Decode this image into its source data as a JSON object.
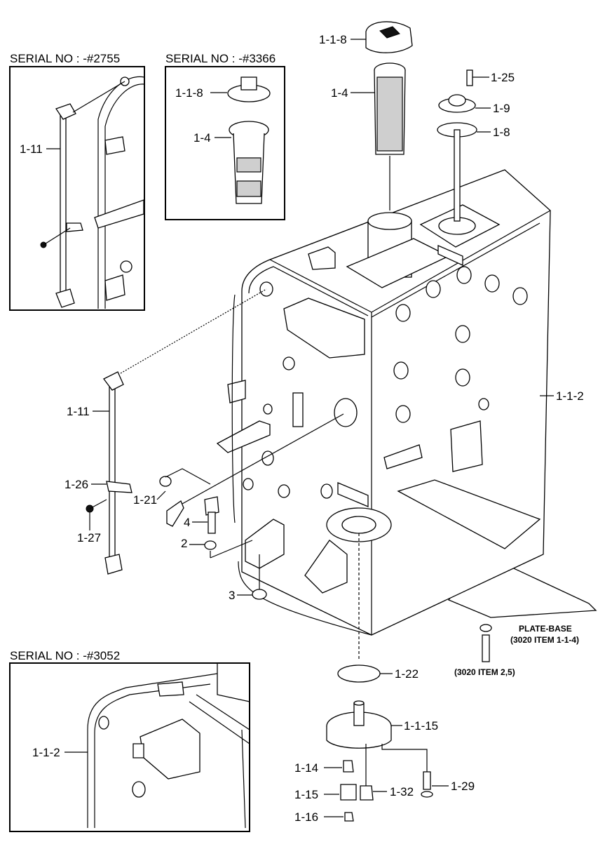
{
  "insets": {
    "serial_2755": "SERIAL NO : -#2755",
    "serial_3366": "SERIAL NO : -#3366",
    "serial_3052": "SERIAL NO : -#3052"
  },
  "labels": {
    "cap_top": "1-1-8",
    "strainer_top": "1-4",
    "screw": "1-25",
    "gauge": "1-9",
    "gasket_top": "1-8",
    "tank": "1-1-2",
    "rod_main": "1-11",
    "clamp": "1-26",
    "bolt_clamp": "1-27",
    "fitting": "1-21",
    "bolt": "4",
    "washer": "2",
    "washer_low": "3",
    "oring": "1-22",
    "flange": "1-1-15",
    "plug_a": "1-14",
    "plug_b": "1-15",
    "plug_c": "1-16",
    "plug_d": "1-32",
    "bolt_flange": "1-29",
    "inset_cap": "1-1-8",
    "inset_strainer": "1-4",
    "inset_rod": "1-11",
    "inset_tank": "1-1-2",
    "plate_base_1": "PLATE-BASE",
    "plate_base_2": "(3020 ITEM 1-1-4)",
    "plate_bolt": "(3020 ITEM 2,5)"
  }
}
